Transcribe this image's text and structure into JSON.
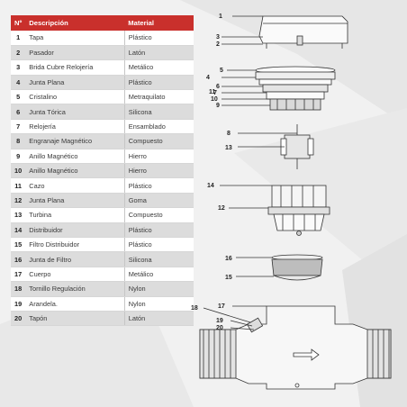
{
  "table": {
    "headers": {
      "num": "Nº",
      "desc": "Descripción",
      "mat": "Material"
    },
    "rows": [
      {
        "num": "1",
        "desc": "Tapa",
        "mat": "Plástico"
      },
      {
        "num": "2",
        "desc": "Pasador",
        "mat": "Latón"
      },
      {
        "num": "3",
        "desc": "Brida Cubre Relojería",
        "mat": "Metálico"
      },
      {
        "num": "4",
        "desc": "Junta Plana",
        "mat": "Plástico"
      },
      {
        "num": "5",
        "desc": "Cristalino",
        "mat": "Metraquilato"
      },
      {
        "num": "6",
        "desc": "Junta Tórica",
        "mat": "Silicona"
      },
      {
        "num": "7",
        "desc": "Relojería",
        "mat": "Ensamblado"
      },
      {
        "num": "8",
        "desc": "Engranaje Magnético",
        "mat": "Compuesto"
      },
      {
        "num": "9",
        "desc": "Anillo Magnético",
        "mat": "Hierro"
      },
      {
        "num": "10",
        "desc": "Anillo Magnético",
        "mat": "Hierro"
      },
      {
        "num": "11",
        "desc": "Cazo",
        "mat": "Plástico"
      },
      {
        "num": "12",
        "desc": "Junta Plana",
        "mat": "Goma"
      },
      {
        "num": "13",
        "desc": "Turbina",
        "mat": "Compuesto"
      },
      {
        "num": "14",
        "desc": "Distribuidor",
        "mat": "Plástico"
      },
      {
        "num": "15",
        "desc": "Filtro Distribuidor",
        "mat": "Plástico"
      },
      {
        "num": "16",
        "desc": "Junta de Filtro",
        "mat": "Silicona"
      },
      {
        "num": "17",
        "desc": "Cuerpo",
        "mat": "Metálico"
      },
      {
        "num": "18",
        "desc": "Tornillo Regulación",
        "mat": "Nylon"
      },
      {
        "num": "19",
        "desc": "Arandela.",
        "mat": "Nylon"
      },
      {
        "num": "20",
        "desc": "Tapón",
        "mat": "Latón"
      }
    ]
  },
  "diagram": {
    "callouts": [
      "1",
      "2",
      "3",
      "4",
      "5",
      "6",
      "7",
      "8",
      "9",
      "10",
      "11",
      "12",
      "13",
      "14",
      "15",
      "16",
      "17",
      "18",
      "19",
      "20"
    ]
  },
  "colors": {
    "header_red": "#c9302c",
    "row_gray": "#dcdcdc"
  }
}
